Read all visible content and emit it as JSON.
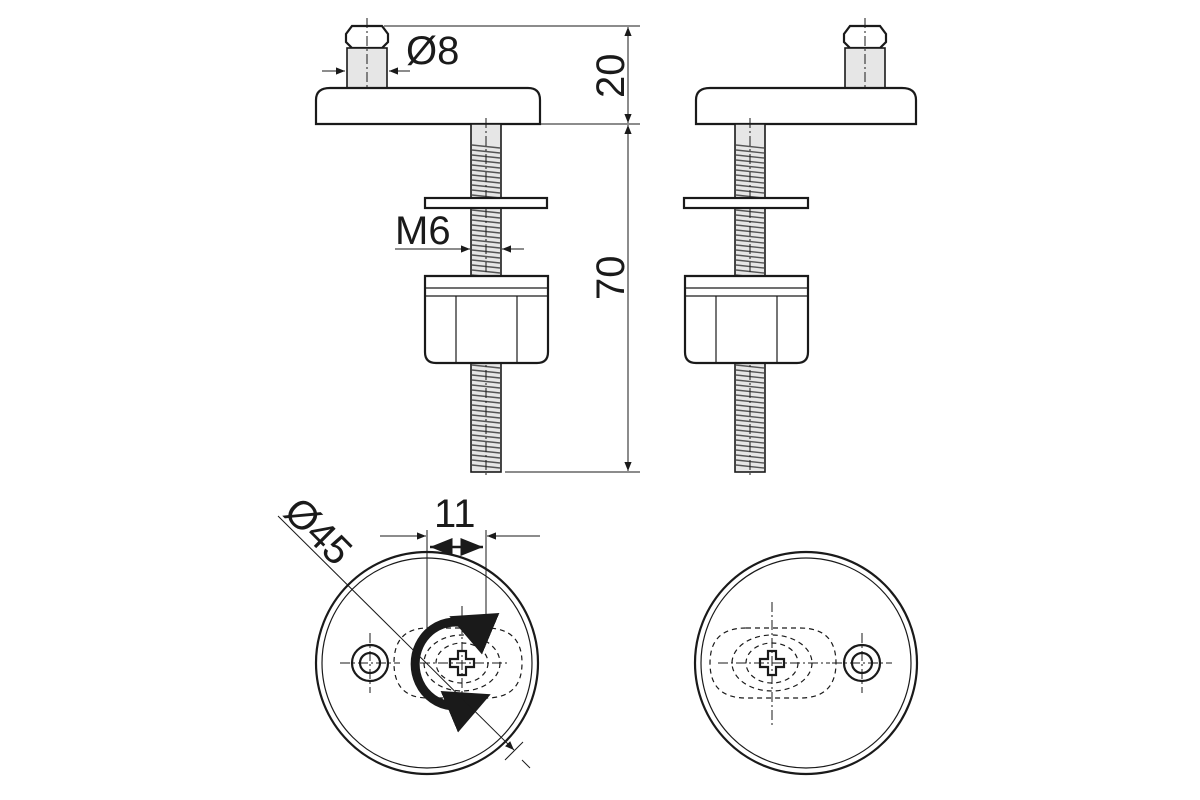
{
  "dimensions": {
    "pin_diameter": "Ø8",
    "pin_height": "20",
    "thread": "M6",
    "bolt_length": "70",
    "base_diameter": "Ø45",
    "slot_width": "11"
  },
  "colors": {
    "line": "#1a1a1a",
    "shade": "#e6e6e6",
    "background": "#ffffff"
  }
}
